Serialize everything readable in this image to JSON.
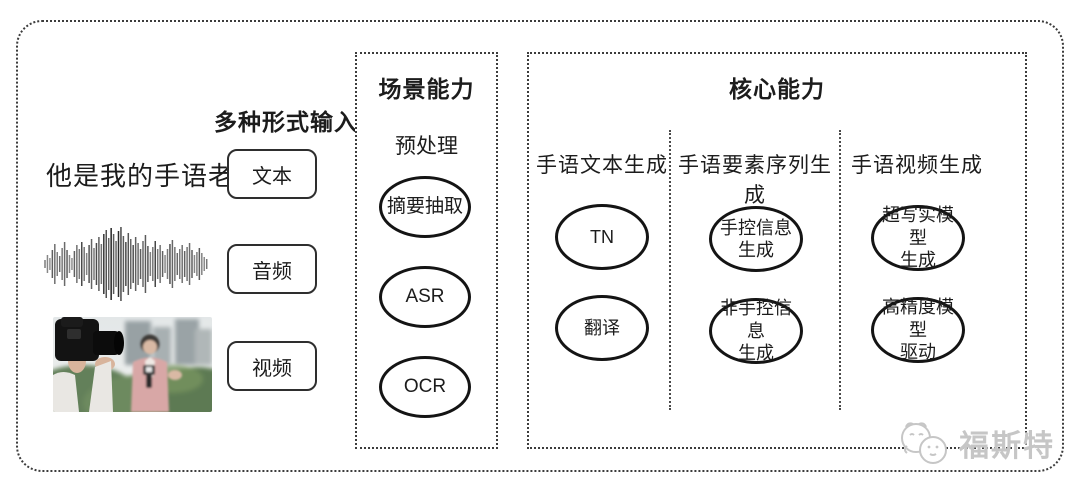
{
  "input_section": {
    "heading": "多种形式输入",
    "sample_text": "他是我的手语老师",
    "buttons": [
      {
        "label": "文本"
      },
      {
        "label": "音频"
      },
      {
        "label": "视频"
      }
    ]
  },
  "scene_capability": {
    "title": "场景能力",
    "stage_label": "预处理",
    "nodes": [
      {
        "label": "摘要抽取"
      },
      {
        "label": "ASR"
      },
      {
        "label": "OCR"
      }
    ]
  },
  "core_capability": {
    "title": "核心能力",
    "columns": [
      {
        "label": "手语文本生成",
        "nodes": [
          {
            "label": "TN"
          },
          {
            "label": "翻译"
          }
        ]
      },
      {
        "label": "手语要素序列生成",
        "nodes": [
          {
            "label": "手控信息\n生成"
          },
          {
            "label": "非手控信息\n生成"
          }
        ]
      },
      {
        "label": "手语视频生成",
        "nodes": [
          {
            "label": "超写实模型\n生成"
          },
          {
            "label": "高精度模型\n驱动"
          }
        ]
      }
    ]
  },
  "watermark": {
    "brand": "福斯特",
    "logo": "mascot-faces-icon"
  },
  "media": {
    "waveform": "audio-waveform-graphic",
    "photo": "camera-filming-reporter-photo"
  },
  "colors": {
    "background": "#ffffff",
    "line": "#141414",
    "dashed_border": "#3c3c3c",
    "watermark_gray": "#c6c6c6",
    "photo_pink": "#d8a7a6",
    "photo_green": "#6d8a5e"
  }
}
